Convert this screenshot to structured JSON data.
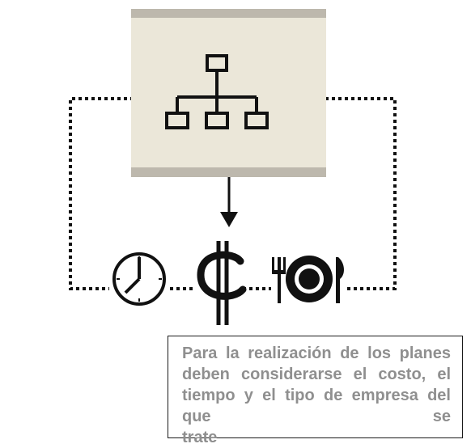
{
  "colors": {
    "panel_fill": "#ebe7d9",
    "panel_border_bars": "#bdb8ad",
    "ink": "#111111",
    "caption_text": "#8f8f8f"
  },
  "icons": {
    "center": "org-chart-icon",
    "left": "clock-icon",
    "middle": "cent-sign-icon",
    "right": "plate-cutlery-icon"
  },
  "caption": {
    "lines": [
      "Para la realización de los planes",
      "deben considerarse el costo, el",
      "tiempo y el tipo de empresa del que se",
      "trate"
    ]
  }
}
